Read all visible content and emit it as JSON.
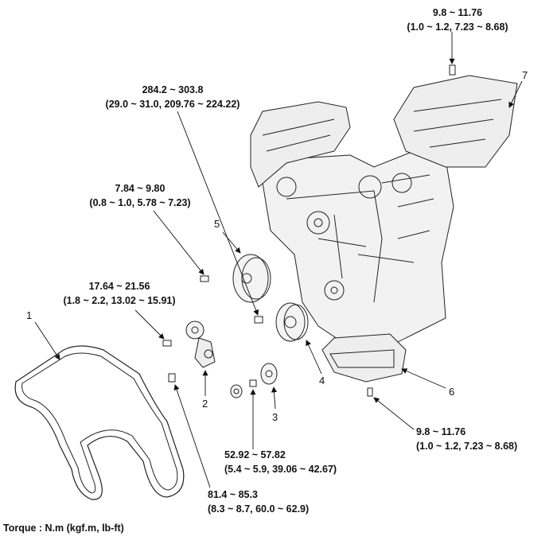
{
  "torque_specs": [
    {
      "id": "valve-cover-bolt",
      "nm": "9.8 ~ 11.76",
      "detail": "(1.0 ~ 1.2, 7.23 ~ 8.68)"
    },
    {
      "id": "crank-pulley-bolt",
      "nm": "284.2 ~ 303.8",
      "detail": "(29.0 ~ 31.0, 209.76 ~ 224.22)"
    },
    {
      "id": "water-pump-pulley-bolt",
      "nm": "7.84 ~ 9.80",
      "detail": "(0.8 ~ 1.0, 5.78 ~ 7.23)"
    },
    {
      "id": "tensioner-bolt",
      "nm": "17.64 ~ 21.56",
      "detail": "(1.8 ~ 2.2, 13.02 ~ 15.91)"
    },
    {
      "id": "idler-bolt",
      "nm": "52.92 ~ 57.82",
      "detail": "(5.4 ~ 5.9, 39.06 ~ 42.67)"
    },
    {
      "id": "bracket-bolt",
      "nm": "81.4 ~ 85.3",
      "detail": "(8.3 ~ 8.7, 60.0 ~ 62.9)"
    },
    {
      "id": "oil-pan-bolt",
      "nm": "9.8 ~ 11.76",
      "detail": "(1.0 ~ 1.2, 7.23 ~ 8.68)"
    }
  ],
  "part_numbers": [
    "1",
    "2",
    "3",
    "4",
    "5",
    "6",
    "7"
  ],
  "footer": "Torque : N.m (kgf.m, lb-ft)"
}
